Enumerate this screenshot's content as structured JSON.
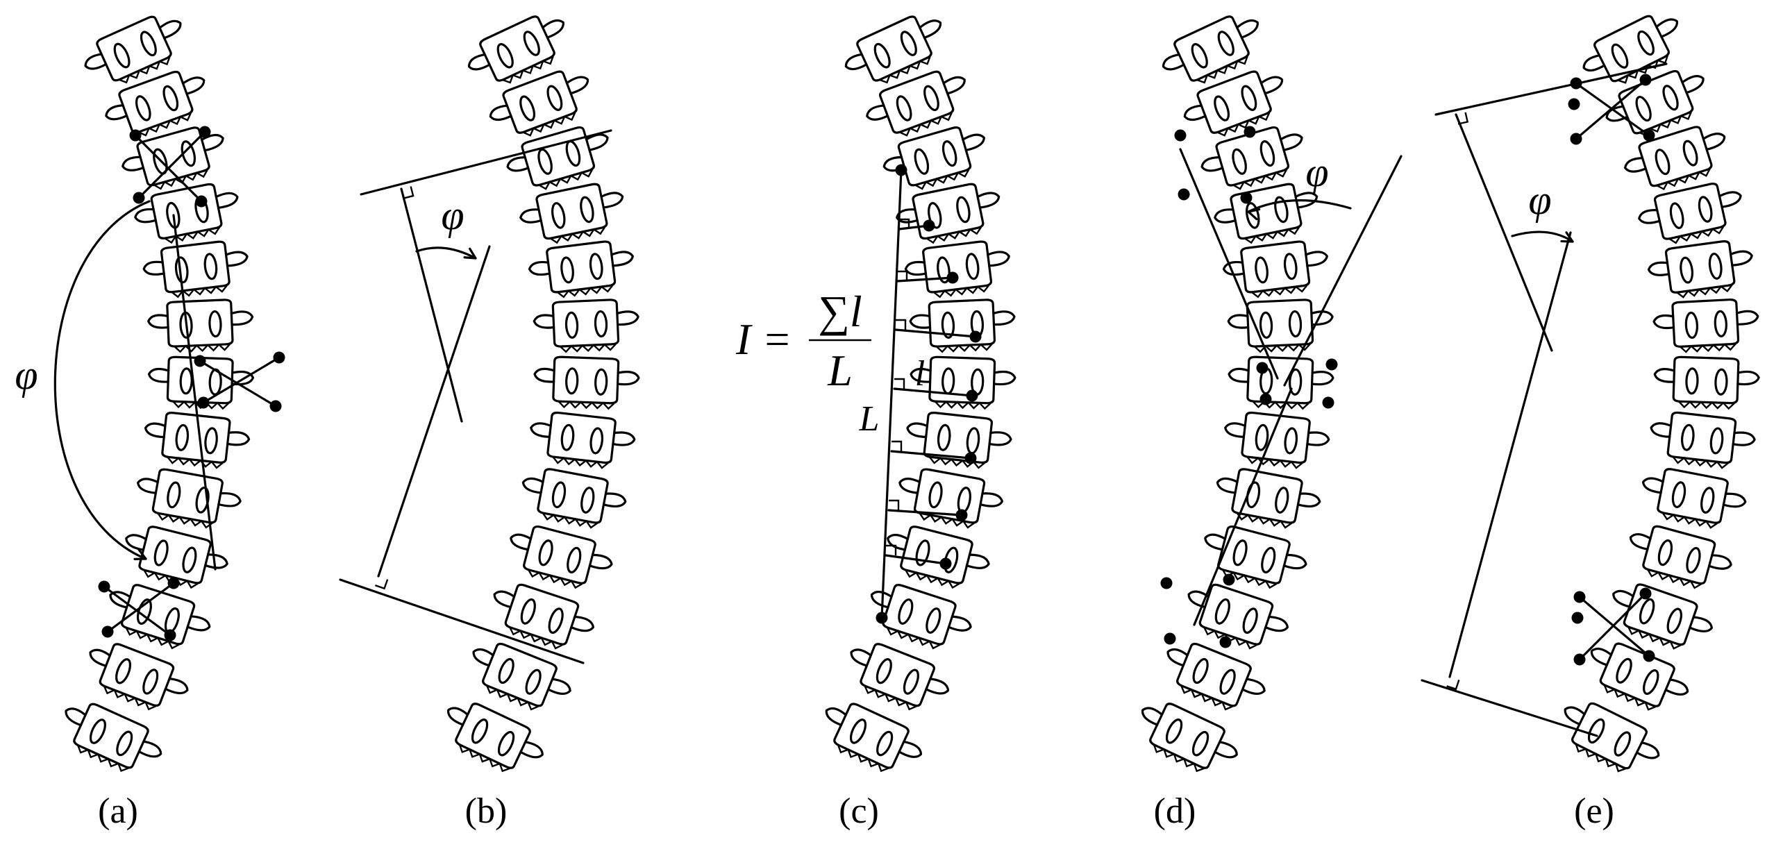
{
  "panels": [
    {
      "id": "a",
      "caption": "(a)",
      "angle_label": "φ"
    },
    {
      "id": "b",
      "caption": "(b)",
      "angle_label": "φ"
    },
    {
      "id": "c",
      "caption": "(c)",
      "formula_lhs": "I =",
      "formula_num": "∑l",
      "formula_den": "L",
      "length_label": "L",
      "distance_label": "l"
    },
    {
      "id": "d",
      "caption": "(d)",
      "angle_label": "φ"
    },
    {
      "id": "e",
      "caption": "(e)",
      "angle_label": "φ"
    }
  ],
  "colors": {
    "ink": "#000000",
    "background": "#ffffff"
  }
}
